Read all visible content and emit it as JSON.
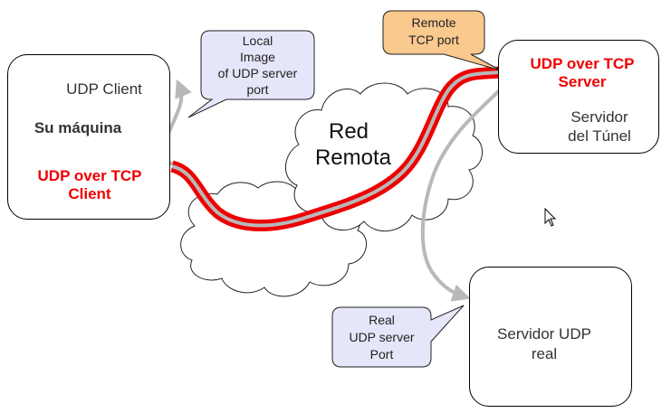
{
  "client_box": {
    "title": "UDP Client",
    "machine": "Su máquina",
    "app_line1": "UDP over TCP",
    "app_line2": "Client"
  },
  "server_box": {
    "app_line1": "UDP over TCP",
    "app_line2": "Server",
    "role_line1": "Servidor",
    "role_line2": "del Túnel"
  },
  "udp_server_box": {
    "line1": "Servidor UDP",
    "line2": "real"
  },
  "network": {
    "line1": "Red",
    "line2": "Remota"
  },
  "callouts": {
    "local_image": [
      "Local",
      "Image",
      "of UDP server",
      "port"
    ],
    "remote_tcp": [
      "Remote",
      "TCP port"
    ],
    "real_udp": [
      "Real",
      "UDP server",
      "Port"
    ]
  },
  "colors": {
    "tunnel_red": "#ee0000",
    "udp_path_grey": "#b8b8b8",
    "callout_blue": "#e6e6fa",
    "callout_orange": "#fac98e",
    "text_red": "#ee0000"
  }
}
